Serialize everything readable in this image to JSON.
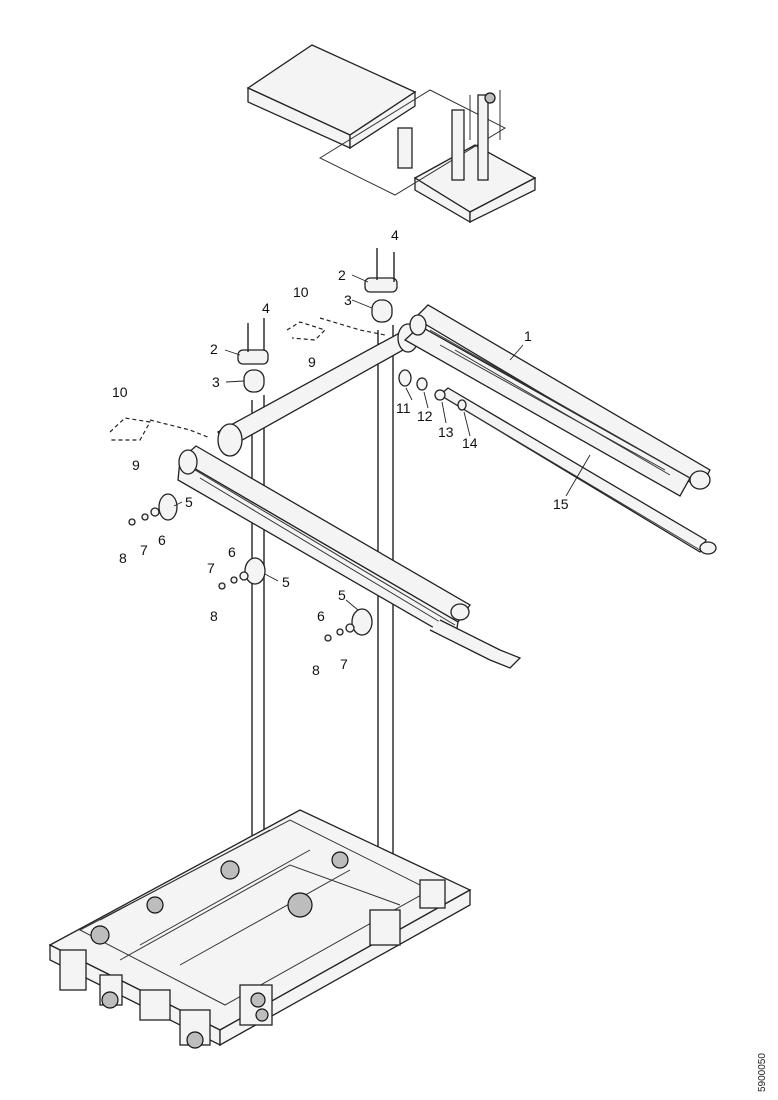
{
  "figure": {
    "reference_code": "5900050",
    "callouts": {
      "c1": "1",
      "c2a": "2",
      "c2b": "2",
      "c3a": "3",
      "c3b": "3",
      "c4a": "4",
      "c4b": "4",
      "c5a": "5",
      "c5b": "5",
      "c5c": "5",
      "c6a": "6",
      "c6b": "6",
      "c6c": "6",
      "c7a": "7",
      "c7b": "7",
      "c7c": "7",
      "c8a": "8",
      "c8b": "8",
      "c8c": "8",
      "c9a": "9",
      "c9b": "9",
      "c10a": "10",
      "c10b": "10",
      "c11": "11",
      "c12": "12",
      "c13": "13",
      "c14": "14",
      "c15": "15"
    }
  }
}
